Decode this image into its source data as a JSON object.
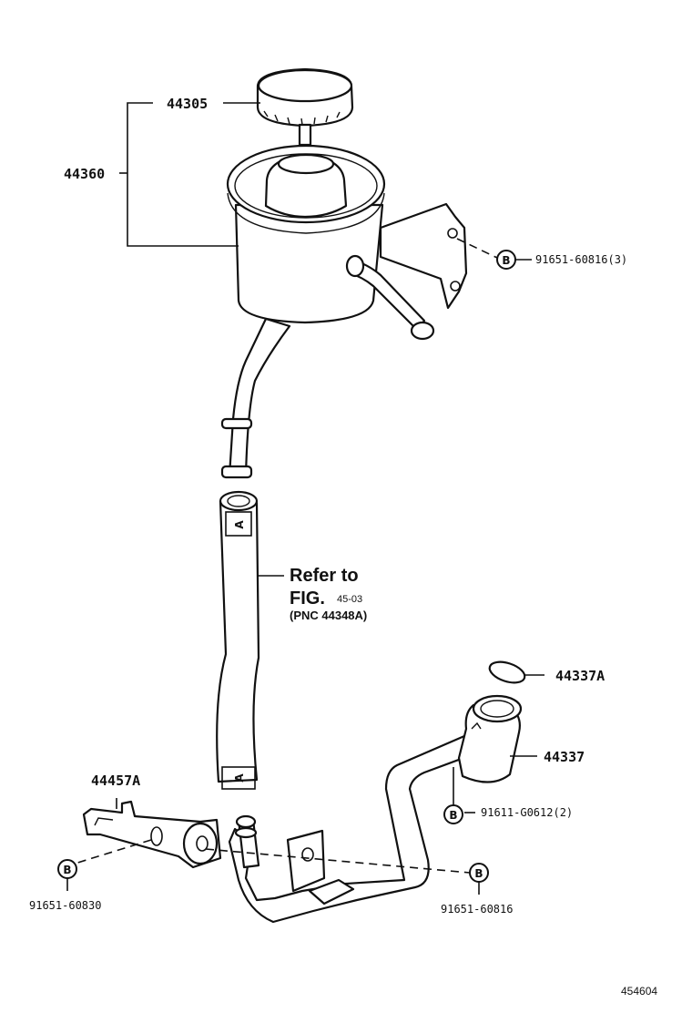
{
  "labels": {
    "cap": "44305",
    "reservoir_assy": "44360",
    "reservoir_bolt": "91651-60816(3)",
    "o_ring": "44337A",
    "union": "44337",
    "union_bolt": "91611-G0612(2)",
    "bracket": "44457A",
    "bracket_bolt": "91651-60830",
    "clamp_bolt": "91651-60816"
  },
  "reference": {
    "line1": "Refer to",
    "line2_fig": "FIG.",
    "line2_num": "45-03",
    "line3": "(PNC 44348A)"
  },
  "bolt_marker": "B",
  "hose_marker": "A",
  "footer": {
    "figure_number": "454604"
  }
}
